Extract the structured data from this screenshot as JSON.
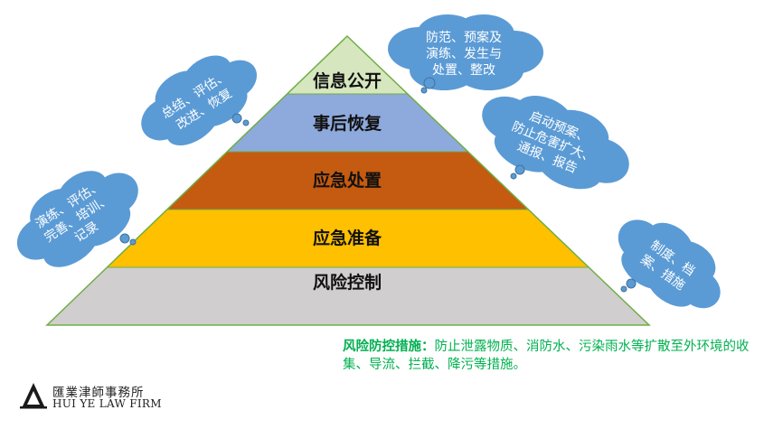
{
  "pyramid": {
    "layers": [
      {
        "label": "信息公开",
        "color": "#d6e7bf"
      },
      {
        "label": "事后恢复",
        "color": "#8ea9db"
      },
      {
        "label": "应急处置",
        "color": "#c55a11"
      },
      {
        "label": "应急准备",
        "color": "#ffc000"
      },
      {
        "label": "风险控制",
        "color": "#d0cece"
      }
    ],
    "outline_color": "#70ad47"
  },
  "clouds": [
    {
      "lines": [
        "防范、预案及",
        "演练、发生与",
        "处置、整改"
      ]
    },
    {
      "lines": [
        "总结、评估、",
        "改进、恢复"
      ]
    },
    {
      "lines": [
        "启动预案、",
        "防止危害扩大、",
        "通报、报告"
      ]
    },
    {
      "lines": [
        "演练、评估、",
        "完善、培训、",
        "记录"
      ]
    },
    {
      "lines": [
        "制度、档",
        "案、措施"
      ]
    }
  ],
  "cloud_color": "#5b9bd5",
  "cloud_border": "#41719c",
  "note": {
    "title": "风险防控措施：",
    "text": "防止泄露物质、消防水、污染雨水等扩散至外环境的收集、导流、拦截、降污等措施。"
  },
  "logo": {
    "name_cn": "匯業津師事務所",
    "name_en": "HUI YE LAW FIRM"
  }
}
